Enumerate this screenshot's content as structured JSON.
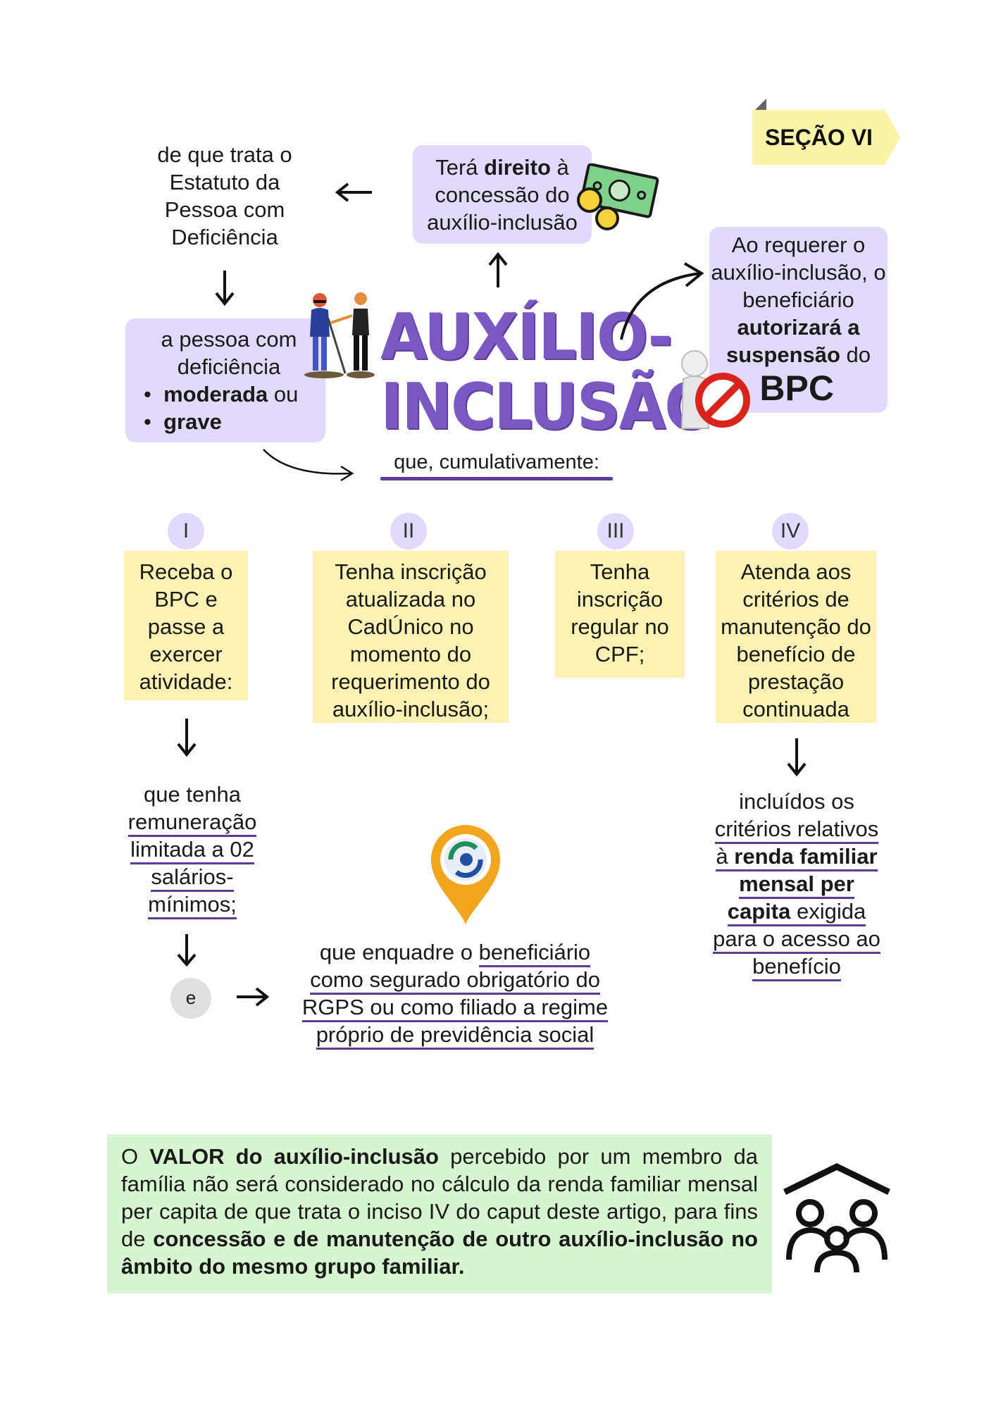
{
  "section_tag": "SEÇÃO VI",
  "title": {
    "line1": "AUXÍLIO-",
    "line2": "INCLUSÃO"
  },
  "right_box": {
    "part1": "Terá ",
    "bold": "direito",
    "part2": " à concessão do auxílio-inclusão"
  },
  "estatuto": "de que trata o Estatuto da Pessoa com Deficiência",
  "pessoa": {
    "intro": "a pessoa com deficiência",
    "item1_bold": "moderada",
    "item1_rest": " ou",
    "item2_bold": "grave"
  },
  "bpc_box": {
    "part1": "Ao requerer o auxílio-inclusão, o beneficiário ",
    "bold": "autorizará a suspensão",
    "part2": " do",
    "bpc": "BPC"
  },
  "connector": "que, cumulativamente:",
  "requirements": [
    {
      "num": "I",
      "text": "Receba o BPC e passe a exercer atividade:"
    },
    {
      "num": "II",
      "text": "Tenha inscrição atualizada no CadÚnico no momento do requerimento do auxílio-inclusão;"
    },
    {
      "num": "III",
      "text": "Tenha inscrição regular no CPF;"
    },
    {
      "num": "IV",
      "text": "Atenda aos critérios de manutenção do benefício de prestação continuada"
    }
  ],
  "remuneracao": {
    "lead": "que tenha",
    "l1": "remuneração",
    "l2": "limitada a 02",
    "l3": "salários-",
    "l4": "mínimos;"
  },
  "e_label": "e",
  "rgps": {
    "lead": "que enquadre o ",
    "l1": "beneficiário",
    "l2": "como segurado obrigatório do",
    "l3": "RGPS ou como filiado a regime",
    "l4": "próprio de previdência social"
  },
  "criterios": {
    "l1": "incluídos os",
    "l2": "critérios relativos",
    "l3a": "à ",
    "l3b": "renda familiar",
    "l4": "mensal per",
    "l5a": "capita",
    "l5b": " exigida",
    "l6": "para o acesso ao",
    "l7": "benefício"
  },
  "valor": {
    "p1": " O ",
    "b1": "VALOR do auxílio-inclusão",
    "p2": " percebido por um membro da família não será considerado no cálculo da renda familiar mensal per capita de que trata o inciso IV do caput deste artigo, para fins de ",
    "b2": "concessão e de manutenção de outro auxílio-inclusão no âmbito do mesmo grupo familiar."
  },
  "icons": [
    "money-icon",
    "people-icon",
    "prohibition-icon",
    "location-pin-icon",
    "family-home-icon"
  ],
  "colors": {
    "purple_box": "#e2dafc",
    "yellow_box": "#fdf2b4",
    "green_box": "#d6f6cf",
    "title": "#7a59c4",
    "underline": "#5b3d97"
  }
}
